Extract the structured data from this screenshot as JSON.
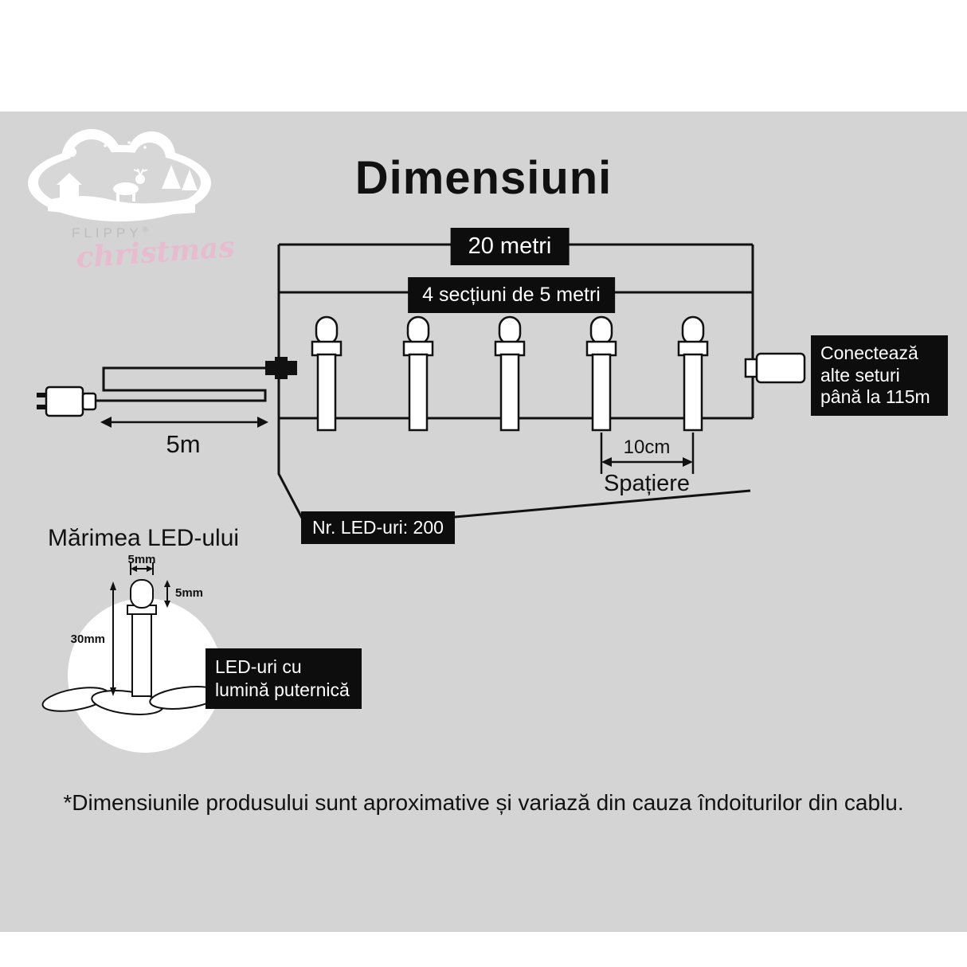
{
  "colors": {
    "panel_bg": "#d4d4d4",
    "label_bg": "#0d0d0d",
    "label_text": "#ffffff",
    "line": "#111111",
    "brand_gray": "#b9bdbd",
    "brand_pink": "#e7bccf"
  },
  "header": {
    "title": "Dimensiuni"
  },
  "logo": {
    "brand": "FLIPPY",
    "registered": "®",
    "script": "christmas"
  },
  "diagram": {
    "total_length": "20 metri",
    "sections": "4 secțiuni de 5 metri",
    "lead_length": "5m",
    "connect_note": "Conectează alte seturi până la 115m",
    "spacing_value": "10cm",
    "spacing_label": "Spațiere",
    "led_count": "Nr. LED-uri: 200"
  },
  "led_size": {
    "title": "Mărimea LED-ului",
    "width": "5mm",
    "cap_height": "5mm",
    "body_height": "30mm",
    "note": "LED-uri cu lumină puternică"
  },
  "footnote": "*Dimensiunile produsului sunt aproximative și variază din cauza îndoiturilor din cablu."
}
